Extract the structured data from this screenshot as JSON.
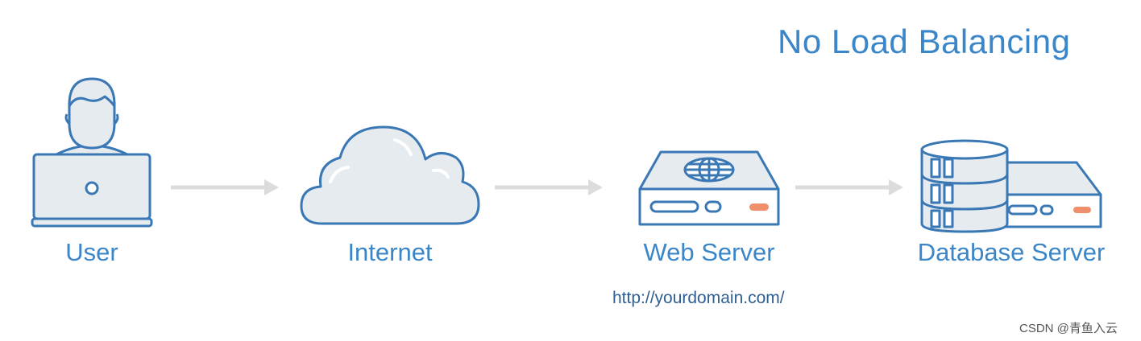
{
  "title": "No Load Balancing",
  "nodes": {
    "user": {
      "label": "User"
    },
    "internet": {
      "label": "Internet"
    },
    "web_server": {
      "label": "Web Server",
      "url": "http://yourdomain.com/"
    },
    "database_server": {
      "label": "Database Server"
    }
  },
  "watermark": "CSDN @青鱼入云",
  "colors": {
    "stroke": "#3a78b5",
    "fill": "#e6ebef",
    "accent": "#ef8f6c",
    "arrow": "#dcdcdc",
    "text": "#3a86c8"
  }
}
